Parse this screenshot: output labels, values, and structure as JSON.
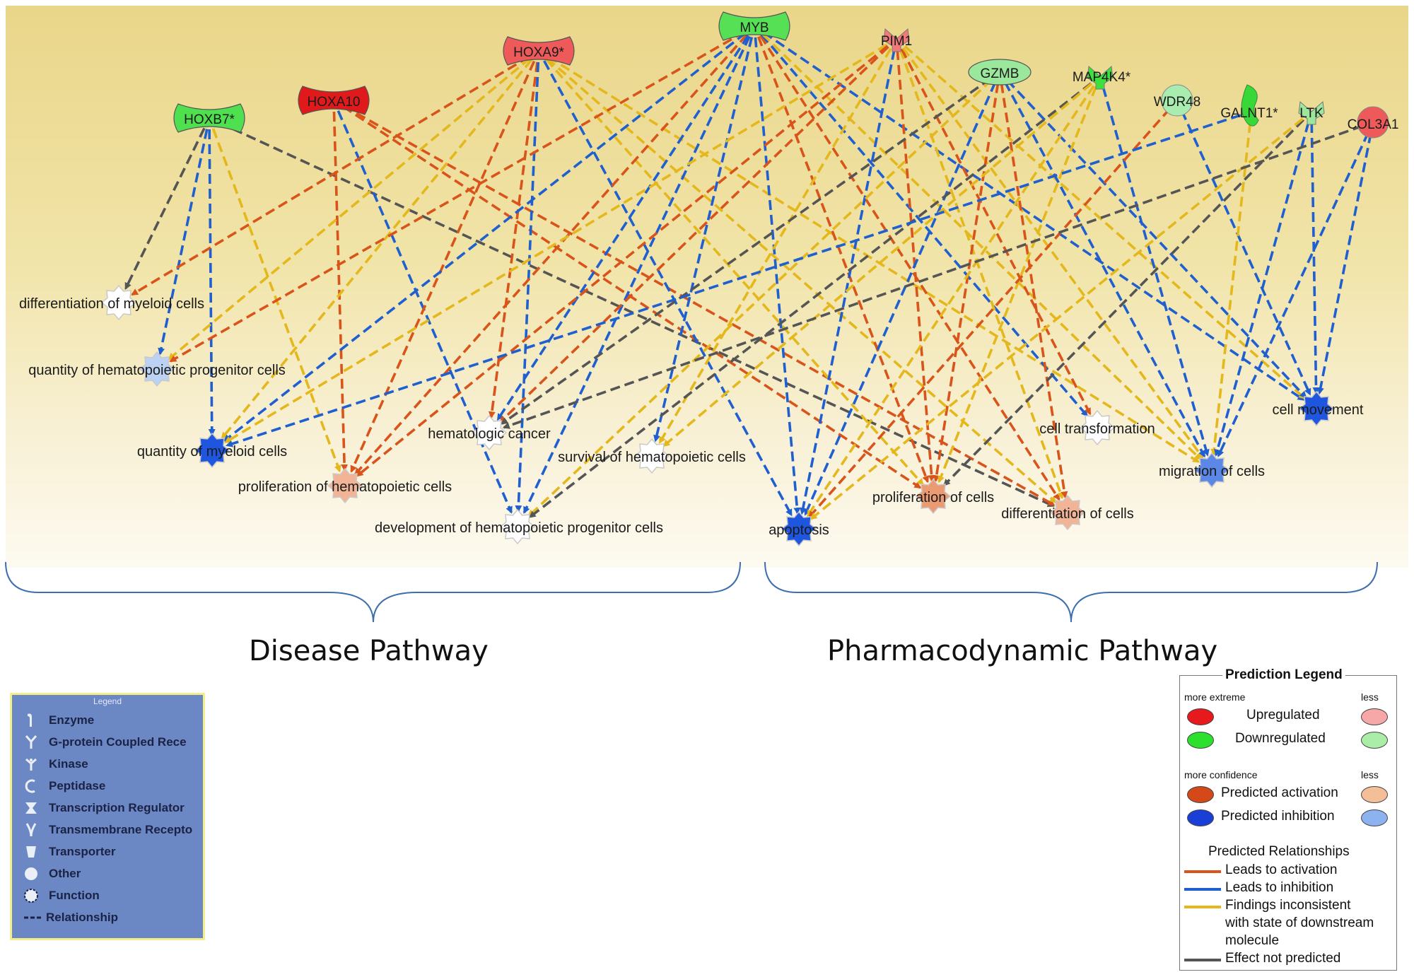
{
  "genes": [
    {
      "id": "g-myb",
      "label": "MYB",
      "color": "#55e055",
      "shape": "transcription-regulator"
    },
    {
      "id": "g-hoxa9",
      "label": "HOXA9*",
      "color": "#ee5a5a",
      "shape": "transcription-regulator"
    },
    {
      "id": "g-pim1",
      "label": "PIM1",
      "color": "#f07a7a",
      "shape": "kinase"
    },
    {
      "id": "g-gzmb",
      "label": "GZMB",
      "color": "#9be79b",
      "shape": "peptidase"
    },
    {
      "id": "g-map4k4",
      "label": "MAP4K4*",
      "color": "#3ee03e",
      "shape": "kinase"
    },
    {
      "id": "g-wdr48",
      "label": "WDR48",
      "color": "#a9ecb0",
      "shape": "other"
    },
    {
      "id": "g-galnt1",
      "label": "GALNT1*",
      "color": "#38d838",
      "shape": "enzyme"
    },
    {
      "id": "g-ltk",
      "label": "LTK",
      "color": "#9be79b",
      "shape": "kinase"
    },
    {
      "id": "g-col3a1",
      "label": "COL3A1",
      "color": "#ee5a5a",
      "shape": "other"
    },
    {
      "id": "g-hoxb7",
      "label": "HOXB7*",
      "color": "#4fe04f",
      "shape": "transcription-regulator"
    },
    {
      "id": "g-hoxa10",
      "label": "HOXA10",
      "color": "#e01a1a",
      "shape": "transcription-regulator"
    }
  ],
  "functions": [
    {
      "id": "f-diff-myeloid",
      "label": "differentiation of myeloid cells",
      "color": "#ffffff"
    },
    {
      "id": "f-quant-hpc",
      "label": "quantity of hematopoietic progenitor cells",
      "color": "#bcd2f4"
    },
    {
      "id": "f-quant-myeloid",
      "label": "quantity of myeloid cells",
      "color": "#1f56e0"
    },
    {
      "id": "f-prolif-hema",
      "label": "proliferation of hematopoietic cells",
      "color": "#f2b496"
    },
    {
      "id": "f-heme-cancer",
      "label": "hematologic cancer",
      "color": "#ffffff"
    },
    {
      "id": "f-dev-hpc",
      "label": "development of hematopoietic progenitor cells",
      "color": "#ffffff"
    },
    {
      "id": "f-surv-hema",
      "label": "survival of hematopoietic cells",
      "color": "#ffffff"
    },
    {
      "id": "f-apoptosis",
      "label": "apoptosis",
      "color": "#1f56e0"
    },
    {
      "id": "f-prolif-cells",
      "label": "proliferation of cells",
      "color": "#ec9a72"
    },
    {
      "id": "f-diff-cells",
      "label": "differentiation of cells",
      "color": "#f2b496"
    },
    {
      "id": "f-cell-transf",
      "label": "cell transformation",
      "color": "#ffffff"
    },
    {
      "id": "f-migration",
      "label": "migration of cells",
      "color": "#5b88e6"
    },
    {
      "id": "f-cell-movement",
      "label": "cell movement",
      "color": "#1f56e0"
    }
  ],
  "edges": [
    [
      "g-hoxb7",
      "f-diff-myeloid",
      "gray"
    ],
    [
      "g-hoxb7",
      "f-quant-myeloid",
      "blue"
    ],
    [
      "g-hoxb7",
      "f-quant-hpc",
      "blue"
    ],
    [
      "g-hoxb7",
      "f-prolif-hema",
      "yellow"
    ],
    [
      "g-hoxb7",
      "f-diff-cells",
      "gray"
    ],
    [
      "g-hoxa10",
      "f-prolif-hema",
      "orange"
    ],
    [
      "g-hoxa10",
      "f-dev-hpc",
      "blue"
    ],
    [
      "g-hoxa10",
      "f-prolif-cells",
      "orange"
    ],
    [
      "g-hoxa10",
      "f-diff-cells",
      "orange"
    ],
    [
      "g-hoxa9",
      "f-diff-myeloid",
      "orange"
    ],
    [
      "g-hoxa9",
      "f-quant-hpc",
      "yellow"
    ],
    [
      "g-hoxa9",
      "f-prolif-hema",
      "orange"
    ],
    [
      "g-hoxa9",
      "f-heme-cancer",
      "orange"
    ],
    [
      "g-hoxa9",
      "f-dev-hpc",
      "blue"
    ],
    [
      "g-hoxa9",
      "f-quant-myeloid",
      "yellow"
    ],
    [
      "g-hoxa9",
      "f-apoptosis",
      "blue"
    ],
    [
      "g-hoxa9",
      "f-prolif-cells",
      "yellow"
    ],
    [
      "g-hoxa9",
      "f-diff-cells",
      "yellow"
    ],
    [
      "g-hoxa9",
      "f-migration",
      "yellow"
    ],
    [
      "g-myb",
      "f-quant-myeloid",
      "blue"
    ],
    [
      "g-myb",
      "f-prolif-hema",
      "orange"
    ],
    [
      "g-myb",
      "f-heme-cancer",
      "blue"
    ],
    [
      "g-myb",
      "f-dev-hpc",
      "blue"
    ],
    [
      "g-myb",
      "f-surv-hema",
      "blue"
    ],
    [
      "g-myb",
      "f-apoptosis",
      "blue"
    ],
    [
      "g-myb",
      "f-prolif-cells",
      "orange"
    ],
    [
      "g-myb",
      "f-diff-cells",
      "orange"
    ],
    [
      "g-myb",
      "f-cell-transf",
      "blue"
    ],
    [
      "g-myb",
      "f-migration",
      "yellow"
    ],
    [
      "g-myb",
      "f-cell-movement",
      "blue"
    ],
    [
      "g-myb",
      "f-quant-hpc",
      "orange"
    ],
    [
      "g-pim1",
      "f-quant-myeloid",
      "yellow"
    ],
    [
      "g-pim1",
      "f-prolif-hema",
      "orange"
    ],
    [
      "g-pim1",
      "f-heme-cancer",
      "orange"
    ],
    [
      "g-pim1",
      "f-surv-hema",
      "yellow"
    ],
    [
      "g-pim1",
      "f-apoptosis",
      "blue"
    ],
    [
      "g-pim1",
      "f-prolif-cells",
      "orange"
    ],
    [
      "g-pim1",
      "f-diff-cells",
      "yellow"
    ],
    [
      "g-pim1",
      "f-cell-transf",
      "orange"
    ],
    [
      "g-pim1",
      "f-migration",
      "yellow"
    ],
    [
      "g-pim1",
      "f-cell-movement",
      "yellow"
    ],
    [
      "g-gzmb",
      "f-heme-cancer",
      "gray"
    ],
    [
      "g-gzmb",
      "f-apoptosis",
      "blue"
    ],
    [
      "g-gzmb",
      "f-prolif-cells",
      "orange"
    ],
    [
      "g-gzmb",
      "f-diff-cells",
      "orange"
    ],
    [
      "g-gzmb",
      "f-cell-movement",
      "blue"
    ],
    [
      "g-gzmb",
      "f-migration",
      "blue"
    ],
    [
      "g-gzmb",
      "f-dev-hpc",
      "yellow"
    ],
    [
      "g-map4k4",
      "f-apoptosis",
      "yellow"
    ],
    [
      "g-map4k4",
      "f-migration",
      "blue"
    ],
    [
      "g-map4k4",
      "f-prolif-cells",
      "yellow"
    ],
    [
      "g-map4k4",
      "f-dev-hpc",
      "gray"
    ],
    [
      "g-map4k4",
      "f-surv-hema",
      "yellow"
    ],
    [
      "g-wdr48",
      "f-apoptosis",
      "orange"
    ],
    [
      "g-wdr48",
      "f-cell-movement",
      "blue"
    ],
    [
      "g-galnt1",
      "f-quant-myeloid",
      "blue"
    ],
    [
      "g-galnt1",
      "f-migration",
      "yellow"
    ],
    [
      "g-ltk",
      "f-migration",
      "blue"
    ],
    [
      "g-ltk",
      "f-cell-movement",
      "blue"
    ],
    [
      "g-ltk",
      "f-prolif-cells",
      "gray"
    ],
    [
      "g-ltk",
      "f-apoptosis",
      "yellow"
    ],
    [
      "g-col3a1",
      "f-migration",
      "blue"
    ],
    [
      "g-col3a1",
      "f-cell-movement",
      "blue"
    ],
    [
      "g-col3a1",
      "f-heme-cancer",
      "gray"
    ]
  ],
  "edge_colors": {
    "orange": "#d9541a",
    "blue": "#1f5fd0",
    "yellow": "#e4b81c",
    "gray": "#555555"
  },
  "sections": {
    "disease": "Disease Pathway",
    "pharmacodynamic": "Pharmacodynamic Pathway"
  },
  "legend": {
    "title": "Legend",
    "items": [
      {
        "icon": "enzyme-icon",
        "label": "Enzyme"
      },
      {
        "icon": "gpcr-icon",
        "label": "G-protein Coupled Rece"
      },
      {
        "icon": "kinase-icon",
        "label": "Kinase"
      },
      {
        "icon": "peptidase-icon",
        "label": "Peptidase"
      },
      {
        "icon": "transcription-regulator-icon",
        "label": "Transcription Regulator"
      },
      {
        "icon": "transmembrane-receptor-icon",
        "label": "Transmembrane Recepto"
      },
      {
        "icon": "transporter-icon",
        "label": "Transporter"
      },
      {
        "icon": "other-icon",
        "label": "Other"
      },
      {
        "icon": "function-icon",
        "label": "Function"
      },
      {
        "icon": "relationship-icon",
        "label": "Relationship"
      }
    ]
  },
  "prediction_legend": {
    "title": "Prediction Legend",
    "more_extreme": "more extreme",
    "less": "less",
    "upregulated": "Upregulated",
    "downregulated": "Downregulated",
    "more_confidence": "more confidence",
    "predicted_activation": "Predicted activation",
    "predicted_inhibition": "Predicted inhibition",
    "relationships_title": "Predicted Relationships",
    "leads_activation": "Leads to activation",
    "leads_inhibition": "Leads to inhibition",
    "findings_line1": "Findings inconsistent",
    "findings_line2": "with state of downstream",
    "findings_line3": "molecule",
    "effect_not_predicted": "Effect not predicted",
    "colors": {
      "up_strong": "#e8191c",
      "up_light": "#f6a7a7",
      "down_strong": "#2ee02e",
      "down_light": "#a9eda9",
      "act_strong": "#d5481a",
      "act_light": "#f4be98",
      "inh_strong": "#1a3fd6",
      "inh_light": "#8cb3ef"
    }
  }
}
